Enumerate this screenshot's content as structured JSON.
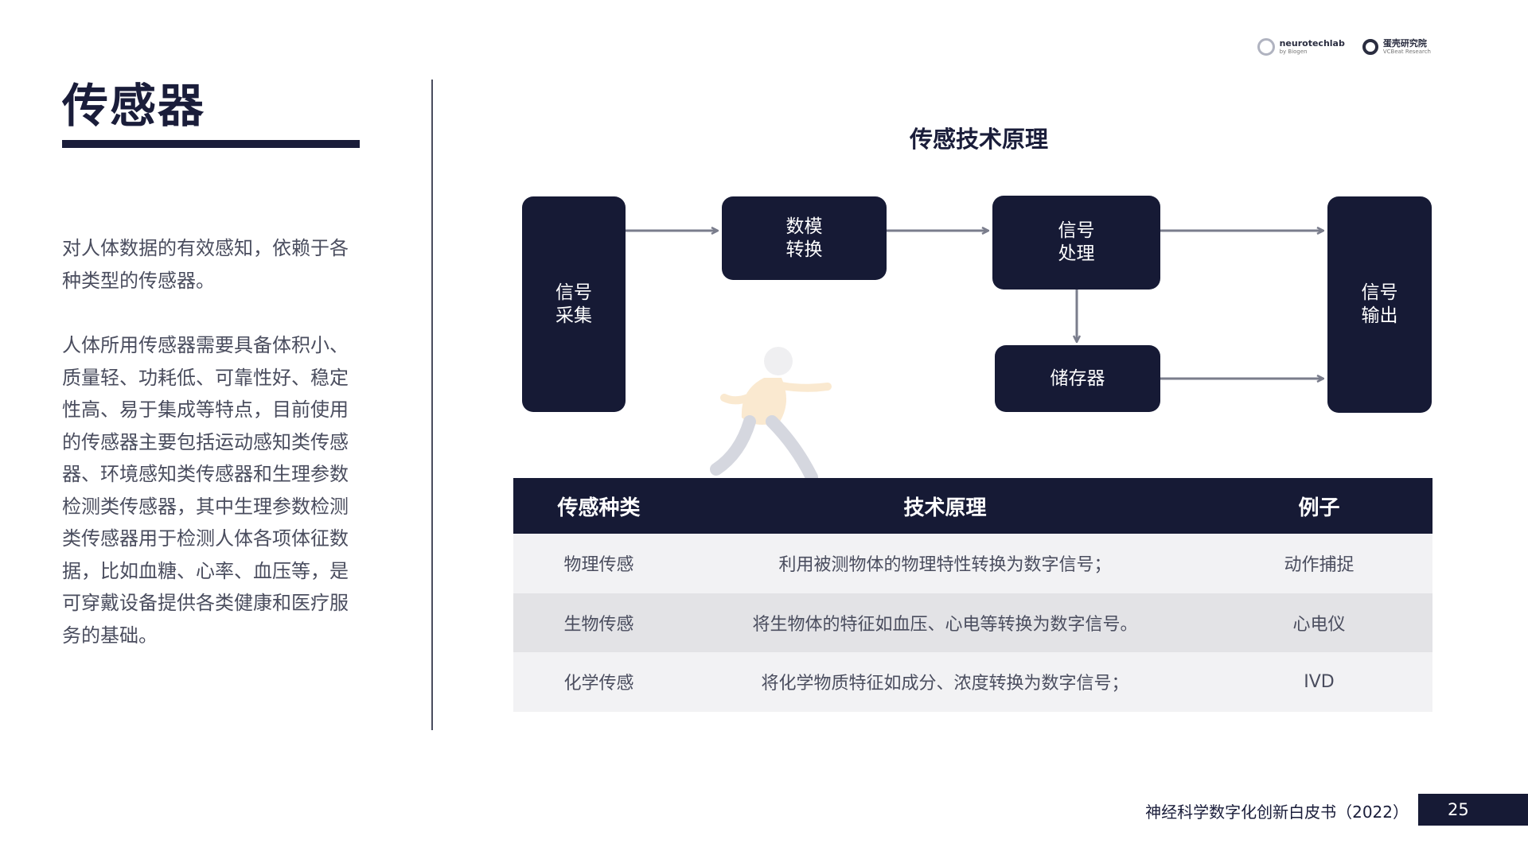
{
  "logos": {
    "left_main": "neurotechlab",
    "left_sub": "by Biogen",
    "right_main": "蛋壳研究院",
    "right_sub": "VCBeat Research"
  },
  "page": {
    "title": "传感器",
    "intro": "对人体数据的有效感知，依赖于各种类型的传感器。",
    "body": "人体所用传感器需要具备体积小、质量轻、功耗低、可靠性好、稳定性高、易于集成等特点，目前使用的传感器主要包括运动感知类传感器、环境感知类传感器和生理参数检测类传感器，其中生理参数检测类传感器用于检测人体各项体征数据，比如血糖、心率、血压等，是可穿戴设备提供各类健康和医疗服务的基础。"
  },
  "diagram": {
    "title": "传感技术原理",
    "nodes": {
      "acquire": "信号\n采集",
      "adc": "数模\n转换",
      "process": "信号\n处理",
      "storage": "储存器",
      "output": "信号\n输出"
    }
  },
  "table": {
    "headers": [
      "传感种类",
      "技术原理",
      "例子"
    ],
    "rows": [
      [
        "物理传感",
        "利用被测物体的物理特性转换为数字信号；",
        "动作捕捉"
      ],
      [
        "生物传感",
        "将生物体的特征如血压、心电等转换为数字信号。",
        "心电仪"
      ],
      [
        "化学传感",
        "将化学物质特征如成分、浓度转换为数字信号；",
        "IVD"
      ]
    ]
  },
  "footer": {
    "doc_title": "神经科学数字化创新白皮书（2022）",
    "page_number": "25"
  },
  "colors": {
    "navy": "#161a35",
    "text_gray": "#4a4d5e",
    "row_light": "#f2f2f4",
    "row_dark": "#e3e3e6",
    "arrow": "#7a7d8c"
  }
}
